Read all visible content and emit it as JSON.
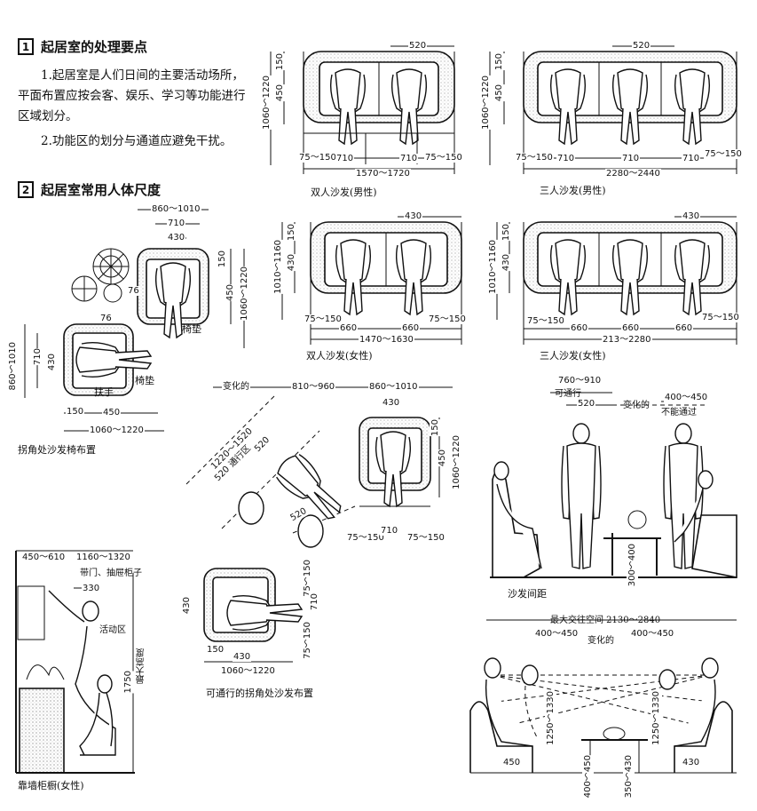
{
  "section1": {
    "number": "1",
    "title": "起居室的处理要点",
    "para1": "1.起居室是人们日间的主要活动场所，平面布置应按会客、娱乐、学习等功能进行区域划分。",
    "para2": "2.功能区的划分与通道应避免干扰。"
  },
  "section2": {
    "number": "2",
    "title": "起居室常用人体尺度"
  },
  "captions": {
    "double_sofa_male": "双人沙发(男性)",
    "triple_sofa_male": "三人沙发(男性)",
    "double_sofa_female": "双人沙发(女性)",
    "triple_sofa_female": "三人沙发(女性)",
    "corner_sofa": "拐角处沙发椅布置",
    "passable_corner": "可通行的拐角处沙发布置",
    "sofa_spacing": "沙发间距",
    "wall_cabinet": "靠墙柜橱(女性)"
  },
  "labels": {
    "cushion": "椅垫",
    "armrest": "扶手",
    "passable": "可通行",
    "varies": "变化的",
    "not_passable": "不能通过",
    "aisle": "通行区",
    "activity_area": "活动区",
    "max_height": "最大高度",
    "door_drawer": "带门、抽屉柜子",
    "max_interaction": "最大交往空间  2130～2840"
  },
  "dims": {
    "dm_top": "520",
    "dm_150": "150",
    "dm_450": "450",
    "dm_h": "1060～1220",
    "dm_75a": "75～150",
    "dm_710a": "710",
    "dm_710b": "710",
    "dm_75b": "75～150",
    "dm_w": "1570～1720",
    "tm_top": "520",
    "tm_150": "150",
    "tm_450": "450",
    "tm_h": "1060～1220",
    "tm_75a": "75～150",
    "tm_710a": "710",
    "tm_710b": "710",
    "tm_710c": "710",
    "tm_75b": "75～150",
    "tm_w": "2280～2440",
    "df_top": "430",
    "df_150": "150",
    "df_430": "430",
    "df_h": "1010～1160",
    "df_75a": "75～150",
    "df_660a": "660",
    "df_660b": "660",
    "df_75b": "75～150",
    "df_w": "1470～1630",
    "tf_top": "430",
    "tf_150": "150",
    "tf_430": "430",
    "tf_h": "1010～1160",
    "tf_75a": "75～150",
    "tf_660a": "660",
    "tf_660b": "660",
    "tf_660c": "660",
    "tf_75b": "75～150",
    "tf_w": "213～2280",
    "cs_860": "860～1010",
    "cs_710": "710",
    "cs_430": "430",
    "cs_150": "150",
    "cs_450": "450",
    "cs_h": "1060～1220",
    "cs_76a": "76",
    "cs_76b": "76",
    "cs_860v": "860～1010",
    "cs_710v": "710",
    "cs_430v": "430",
    "cs_150b": "150",
    "cs_450b": "450",
    "cs_w": "1060～1220",
    "pc_varies": "变化的",
    "pc_810": "810～960",
    "pc_860": "860～1010",
    "pc_430": "430",
    "pc_150": "150",
    "pc_450": "450",
    "pc_h": "1060～1220",
    "pc_75a": "75～150",
    "pc_710": "710",
    "pc_75b": "75～150",
    "pc_1220": "1220～1520",
    "pc_520a": "520",
    "pc_520b": "520",
    "pc_520c": "520",
    "pc_75c": "75～150",
    "pc_710v": "710",
    "pc_75d": "75～150",
    "pc_430b": "430",
    "pc_150b": "150",
    "pc_430c": "430",
    "pc_w": "1060～1220",
    "sp_760": "760～910",
    "sp_520": "520",
    "sp_400": "400～450",
    "sp_300": "300～400",
    "mi_400a": "400～450",
    "mi_400b": "400～450",
    "mi_1250a": "1250～1330",
    "mi_1250b": "1250～1330",
    "mi_450": "450",
    "mi_430": "430",
    "mi_400c": "400～450",
    "mi_350": "350～430",
    "wc_450": "450～610",
    "wc_1160": "1160～1320",
    "wc_330": "330",
    "wc_1750": "1750"
  }
}
